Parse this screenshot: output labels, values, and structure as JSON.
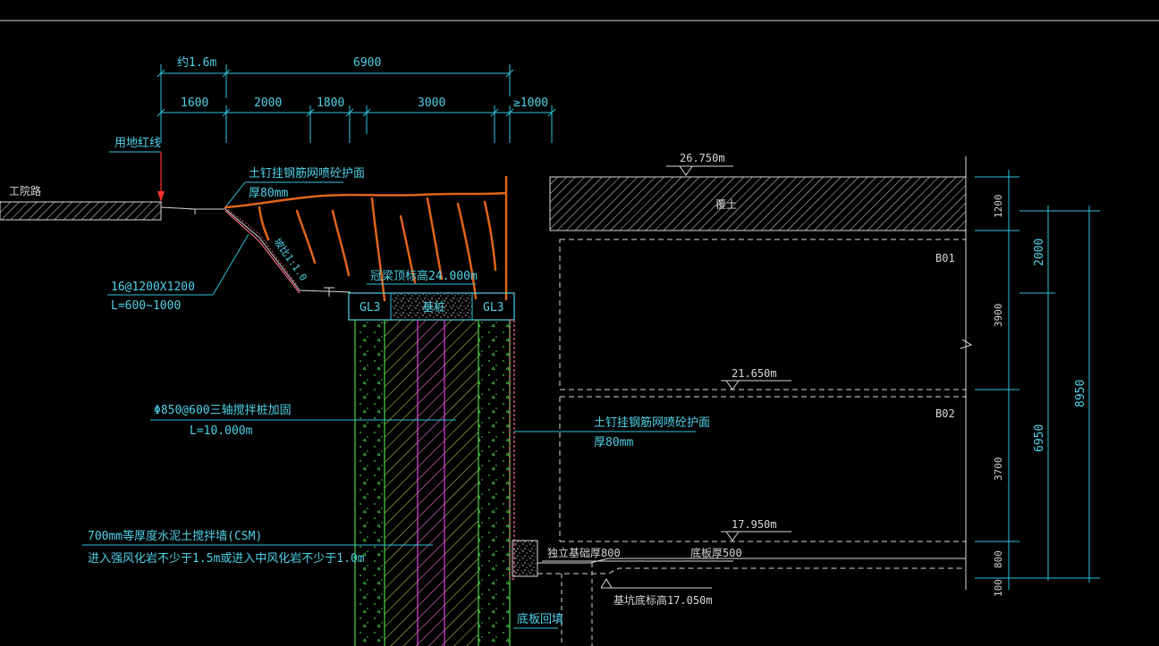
{
  "colors": {
    "background": "#000000",
    "dimension": "#2ec4df",
    "outline": "#d8d8d8",
    "nail": "#e0641a",
    "wall_green": "#48d848",
    "wall_magenta": "#e040e0",
    "wall_pink": "#ff6a8a"
  },
  "top_dims": {
    "approx": "约1.6m",
    "total": "6900",
    "d1": "1600",
    "d2": "2000",
    "d3": "1800",
    "d4": "3000",
    "d5": "≥1000"
  },
  "left_labels": {
    "red_line": "用地红线",
    "road": "工院路",
    "top_protect": "土钉挂钢筋网喷砼护面",
    "top_thick": "厚80mm",
    "slope": "坡比1:1.0",
    "nail_spec": "16@1200X1200",
    "nail_len": "L=600~1000",
    "crown_beam": "冠梁顶标高24.000m",
    "gl3_left": "GL3",
    "gl3_mid": "基桩",
    "gl3_right": "GL3",
    "mix_pile": "Φ850@600三轴搅拌桩加固",
    "mix_len": "L=10.000m",
    "csm": "700mm等厚度水泥土搅拌墙(CSM)",
    "csm_note": "进入强风化岩不少于1.5m或进入中风化岩不少于1.0m",
    "bottom_backfill": "底板回填"
  },
  "right_labels": {
    "elev_top": "26.750m",
    "fill": "覆土",
    "b01": "B01",
    "elev_mid": "21.650m",
    "b02": "B02",
    "side_protect": "土钉挂钢筋网喷砼护面",
    "side_thick": "厚80mm",
    "elev_bot": "17.950m",
    "found_thick": "独立基础厚800",
    "slab_thick": "底板厚500",
    "pit_bottom": "基坑底标高17.050m"
  },
  "right_dims": {
    "d1200": "1200",
    "d2000": "2000",
    "d3900": "3900",
    "d3700": "3700",
    "d800": "800",
    "d100": "100",
    "d6950": "6950",
    "d8950": "8950"
  }
}
